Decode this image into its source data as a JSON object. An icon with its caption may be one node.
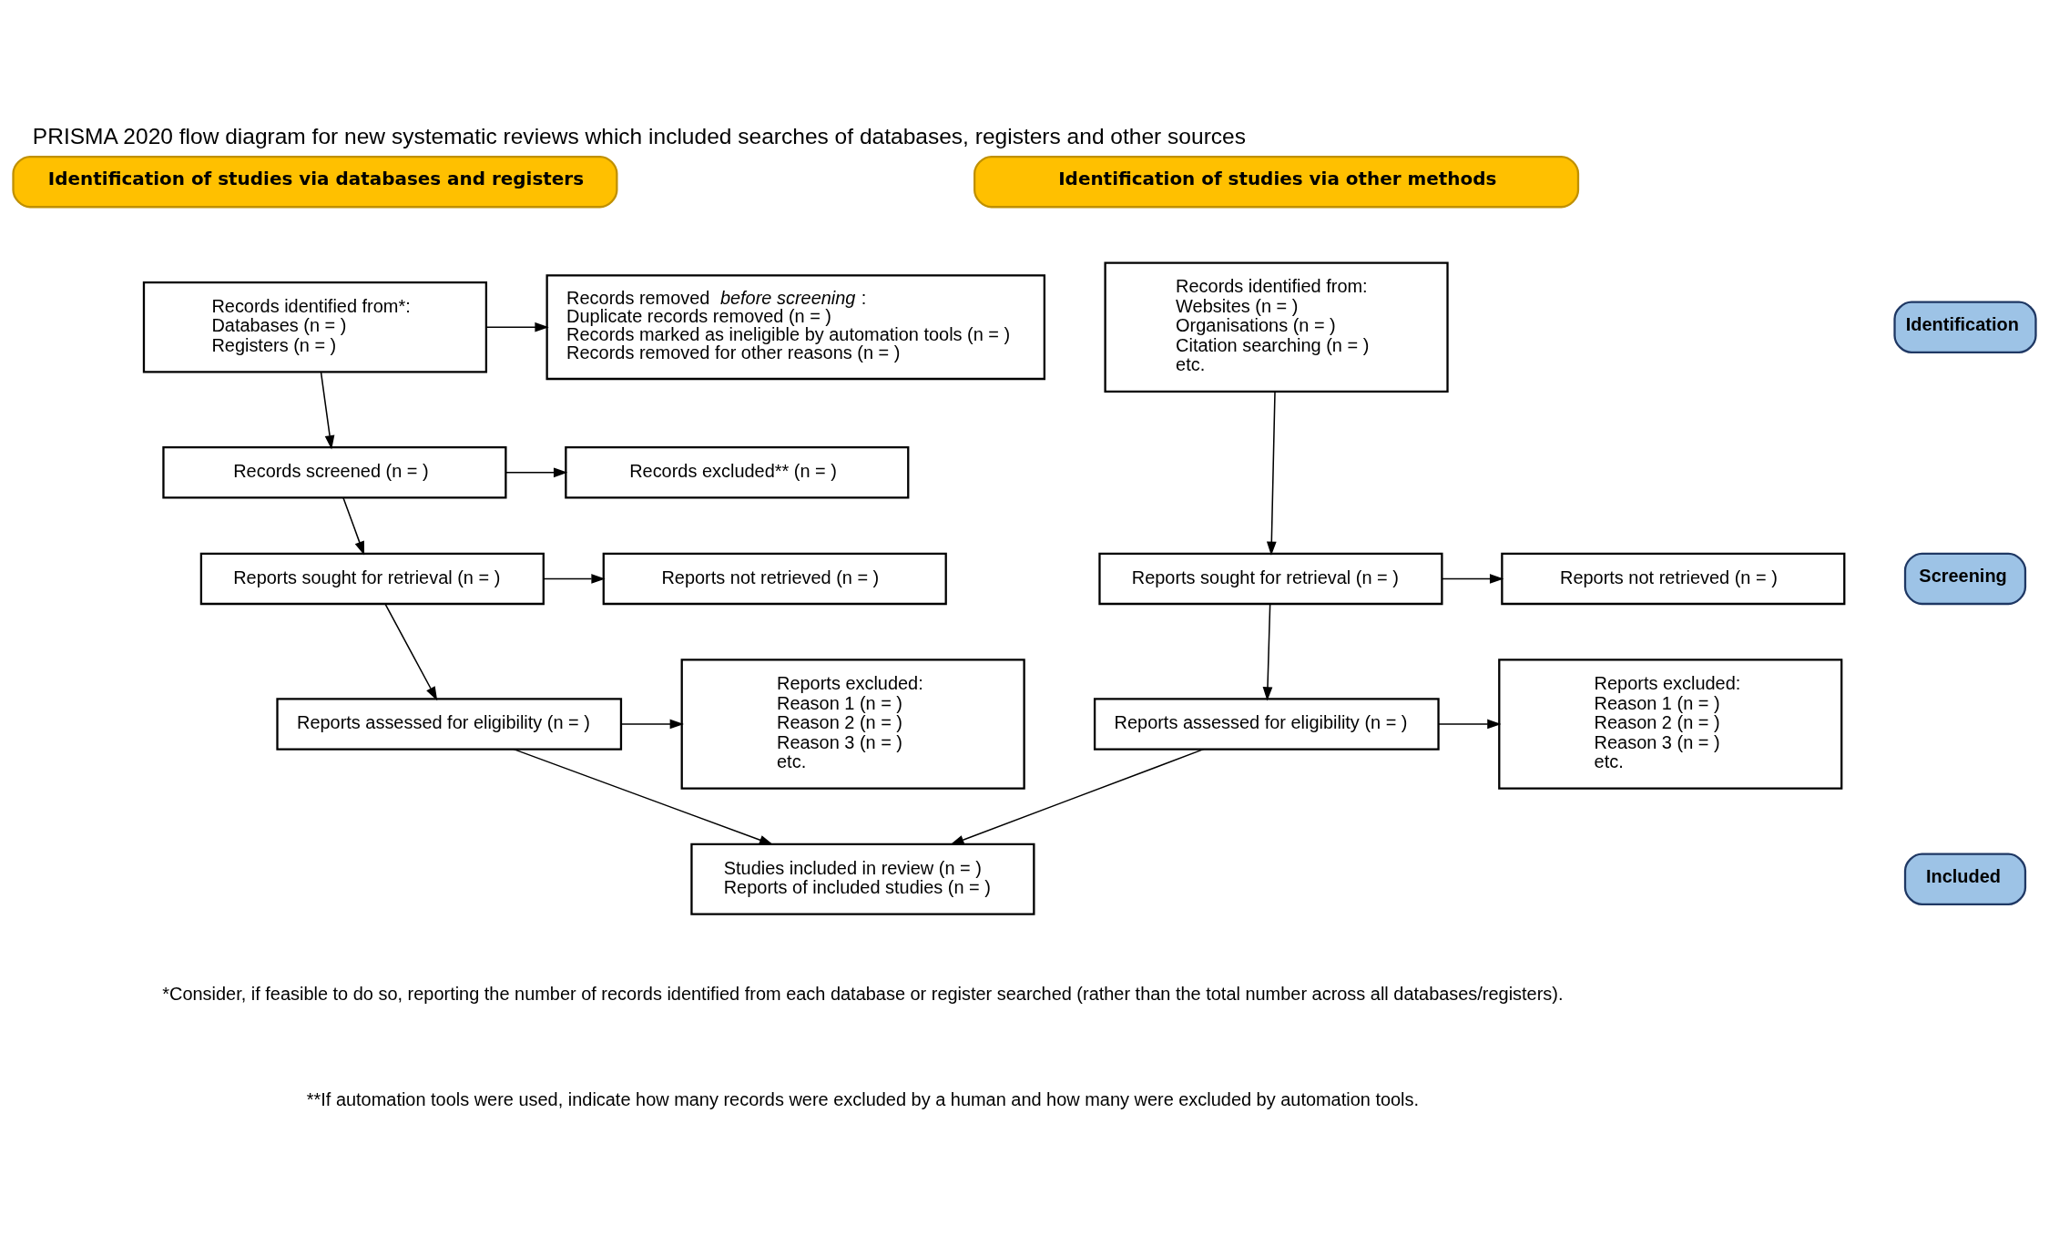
{
  "diagram": {
    "title": "PRISMA 2020 flow diagram for new systematic reviews which included searches of databases, registers and other sources",
    "nodes": [
      {
        "text": [
          "Identification of studies via databases and registers"
        ]
      },
      {
        "text": [
          "Identification of studies via other methods"
        ]
      },
      {
        "text": [
          "Identification"
        ]
      },
      {
        "text": [
          "Screening"
        ]
      },
      {
        "text": [
          "Included"
        ]
      },
      {
        "text": [
          "Records identified from*:",
          "Databases (n = )",
          "Registers (n = )"
        ]
      },
      {
        "text": [
          "Records removed *before screening*:",
          "Duplicate records removed (n = )",
          "Records marked as ineligible by automation tools (n = )",
          "Records removed for other reasons (n = )"
        ]
      },
      {
        "text": [
          "Records identified from:",
          "Websites (n = )",
          "Organisations (n = )",
          "Citation searching (n = )",
          "etc."
        ]
      },
      {
        "text": [
          "Records screened (n = )"
        ]
      },
      {
        "text": [
          "Records excluded** (n = )"
        ]
      },
      {
        "text": [
          "Reports sought for retrieval (n = )"
        ]
      },
      {
        "text": [
          "Reports not retrieved (n = )"
        ]
      },
      {
        "text": [
          "Reports sought for retrieval (n = )"
        ]
      },
      {
        "text": [
          "Reports not retrieved (n = )"
        ]
      },
      {
        "text": [
          "Reports assessed for eligibility (n = )"
        ]
      },
      {
        "text": [
          "Reports excluded:",
          "Reason 1 (n = )",
          "Reason 2 (n = )",
          "Reason 3 (n = )",
          "etc."
        ]
      },
      {
        "text": [
          "Reports assessed for eligibility (n = )"
        ]
      },
      {
        "text": [
          "Reports excluded:",
          "Reason 1 (n = )",
          "Reason 2 (n = )",
          "Reason 3 (n = )",
          "etc."
        ]
      },
      {
        "text": [
          "Studies included in review (n = )",
          "Reports of included studies (n = )"
        ]
      }
    ],
    "edges": [
      {
        "from": 5,
        "to": 6,
        "arrow": "to"
      },
      {
        "from": 5,
        "to": 8,
        "arrow": "to"
      },
      {
        "from": 8,
        "to": 9,
        "arrow": "to"
      },
      {
        "from": 8,
        "to": 10,
        "arrow": "to"
      },
      {
        "from": 10,
        "to": 11,
        "arrow": "to"
      },
      {
        "from": 10,
        "to": 14,
        "arrow": "to"
      },
      {
        "from": 14,
        "to": 15,
        "arrow": "to"
      },
      {
        "from": 14,
        "to": 18,
        "arrow": "to"
      },
      {
        "from": 7,
        "to": 12,
        "arrow": "to"
      },
      {
        "from": 12,
        "to": 13,
        "arrow": "to"
      },
      {
        "from": 12,
        "to": 16,
        "arrow": "to"
      },
      {
        "from": 16,
        "to": 17,
        "arrow": "to"
      },
      {
        "from": 16,
        "to": 18,
        "arrow": "to"
      }
    ],
    "labels": [
      "*Consider, if feasible to do so, reporting the number of records identified from each database or register searched (rather than the total number across all databases/registers).",
      "**If automation tools were used, indicate how many records were excluded by a human and how many were excluded by automation tools."
    ]
  }
}
